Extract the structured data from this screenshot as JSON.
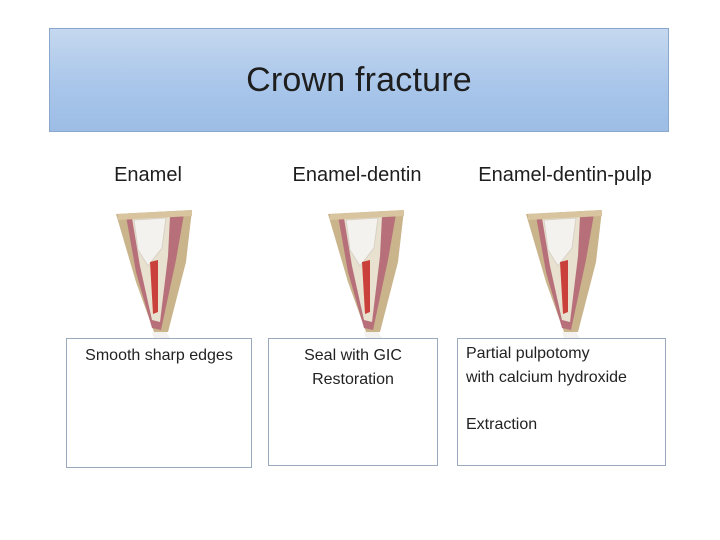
{
  "title": "Crown fracture",
  "columns": [
    {
      "label": "Enamel",
      "treatment": [
        "Smooth sharp edges"
      ]
    },
    {
      "label": "Enamel-dentin",
      "treatment": [
        "Seal with GIC",
        "Restoration"
      ]
    },
    {
      "label": "Enamel-dentin-pulp",
      "treatment": [
        "Partial pulpotomy",
        "with calcium hydroxide"
      ],
      "extra": "Extraction"
    }
  ],
  "colors": {
    "banner": "#a9c6ea",
    "box_border": "#9aa9bb",
    "enamel": "#f4f2ee",
    "dentin": "#e9e1cf",
    "pulp": "#c9413a",
    "bone": "#c9b48c",
    "gingiva": "#b7707a"
  }
}
